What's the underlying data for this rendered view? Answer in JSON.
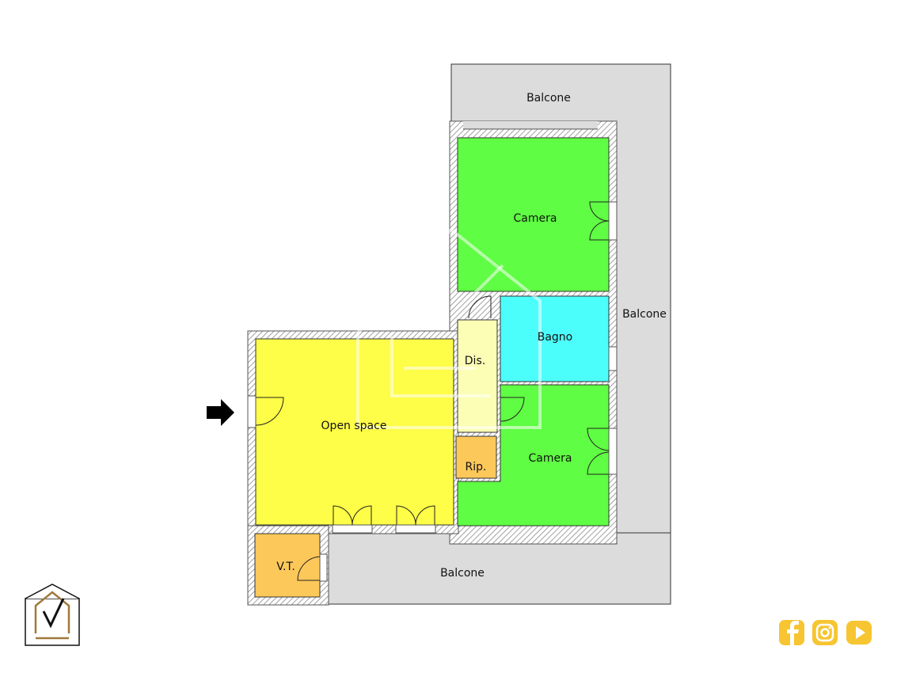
{
  "rooms": {
    "balcone_top": "Balcone",
    "balcone_right": "Balcone",
    "balcone_bottom": "Balcone",
    "camera_top": "Camera",
    "camera_bottom": "Camera",
    "bagno": "Bagno",
    "dis": "Dis.",
    "rip": "Rip.",
    "open_space": "Open space",
    "vt": "V.T."
  },
  "colors": {
    "camera": "#5ffd43",
    "bagno": "#4cfefb",
    "open_space": "#fefd47",
    "dis": "#fbfeb4",
    "storage": "#fdc85a",
    "balcone": "#dcdcdc",
    "wall": "#b8b8b8",
    "social_icon": "#f6c531",
    "logo_gold": "#a07a3c",
    "entrance_arrow": "#000000"
  },
  "icons": {
    "entrance": "right-arrow-icon",
    "logo": "house-check-logo-icon",
    "social": [
      "facebook-icon",
      "instagram-icon",
      "youtube-icon"
    ]
  }
}
